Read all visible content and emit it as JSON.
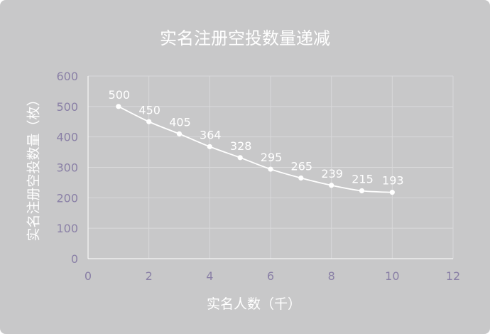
{
  "chart_data": {
    "type": "line",
    "title": "实名注册空投数量递减",
    "xlabel": "实名人数（千）",
    "ylabel": "实名注册空投数量（枚）",
    "x": [
      1,
      2,
      3,
      4,
      5,
      6,
      7,
      8,
      9,
      10
    ],
    "series": [
      {
        "values": [
          500,
          450,
          405,
          364,
          328,
          295,
          265,
          239,
          215,
          193
        ]
      }
    ],
    "plotted_y": [
      500,
      450,
      410,
      368,
      332,
      294,
      265,
      241,
      223,
      218
    ],
    "xlim": [
      0,
      12
    ],
    "ylim": [
      0,
      600
    ],
    "xticks": [
      0,
      2,
      4,
      6,
      8,
      10,
      12
    ],
    "yticks": [
      0,
      100,
      200,
      300,
      400,
      500,
      600
    ],
    "grid": true,
    "colors": {
      "background": "#c8c8c9",
      "line": "#ffffff",
      "grid": "#d9d9da",
      "tick_label": "#8a80a6",
      "text": "#ffffff"
    }
  }
}
